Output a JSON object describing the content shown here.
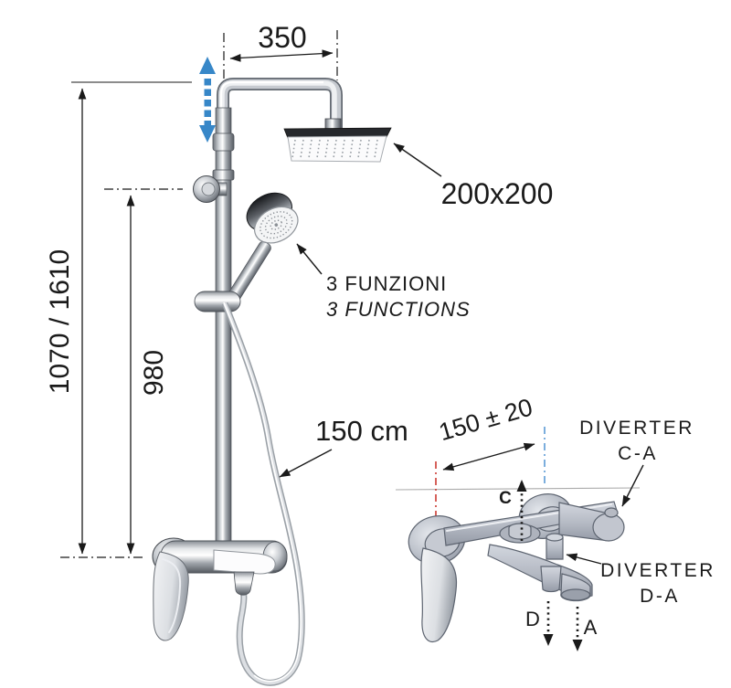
{
  "diagram": {
    "arm_dimension": "350",
    "head_size": "200x200",
    "handshower_functions_it": "3 FUNZIONI",
    "handshower_functions_en": "3 FUNCTIONS",
    "overall_height": "1070 / 1610",
    "column_height": "980",
    "hose_length": "150 cm",
    "inlet_spacing": "150 ± 20",
    "diverter_ca": {
      "line1": "DIVERTER",
      "line2": "C-A"
    },
    "diverter_da": {
      "line1": "DIVERTER",
      "line2": "D-A"
    },
    "port_c": "C",
    "port_d": "D",
    "port_a": "A",
    "colors": {
      "adjustment_arrow": "#3787C8",
      "centerline_red": "#CC3B33",
      "centerline_blue": "#5B9BD5",
      "ink": "#1A1A1A"
    }
  }
}
